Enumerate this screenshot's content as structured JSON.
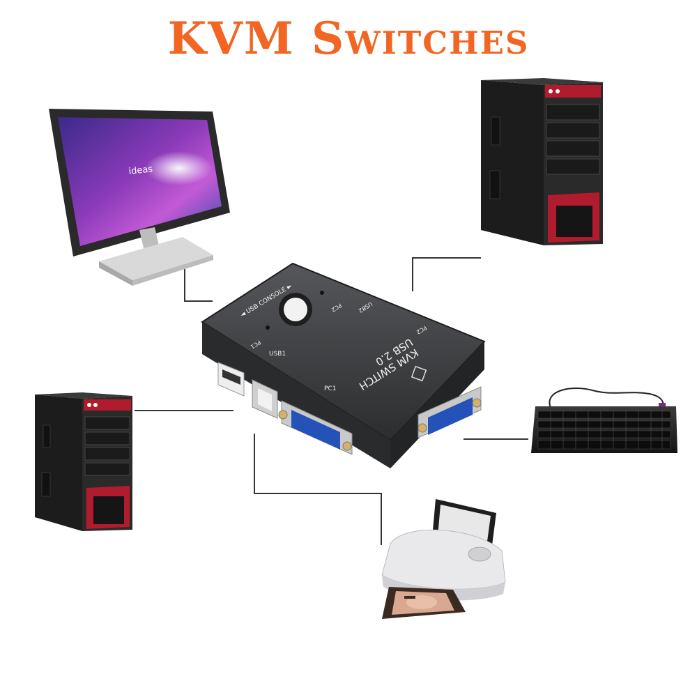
{
  "title": "KVM Switches",
  "switch": {
    "model_line1": "USB 2.0",
    "model_line2": "KVM SWITCH",
    "usb_console": "◄ USB CONSOLE ►",
    "pc1_indicator": "PC1",
    "pc2_indicator": "PC2",
    "usb1": "USB1",
    "usb2": "USB2",
    "port_pc1": "PC1",
    "port_pc2": "PC2"
  },
  "monitor": {
    "screen_text": "ideas"
  },
  "colors": {
    "title": "#f26522",
    "accent_red": "#c8102e",
    "switch_body": "#3a3a3c",
    "wire": "#333333"
  }
}
